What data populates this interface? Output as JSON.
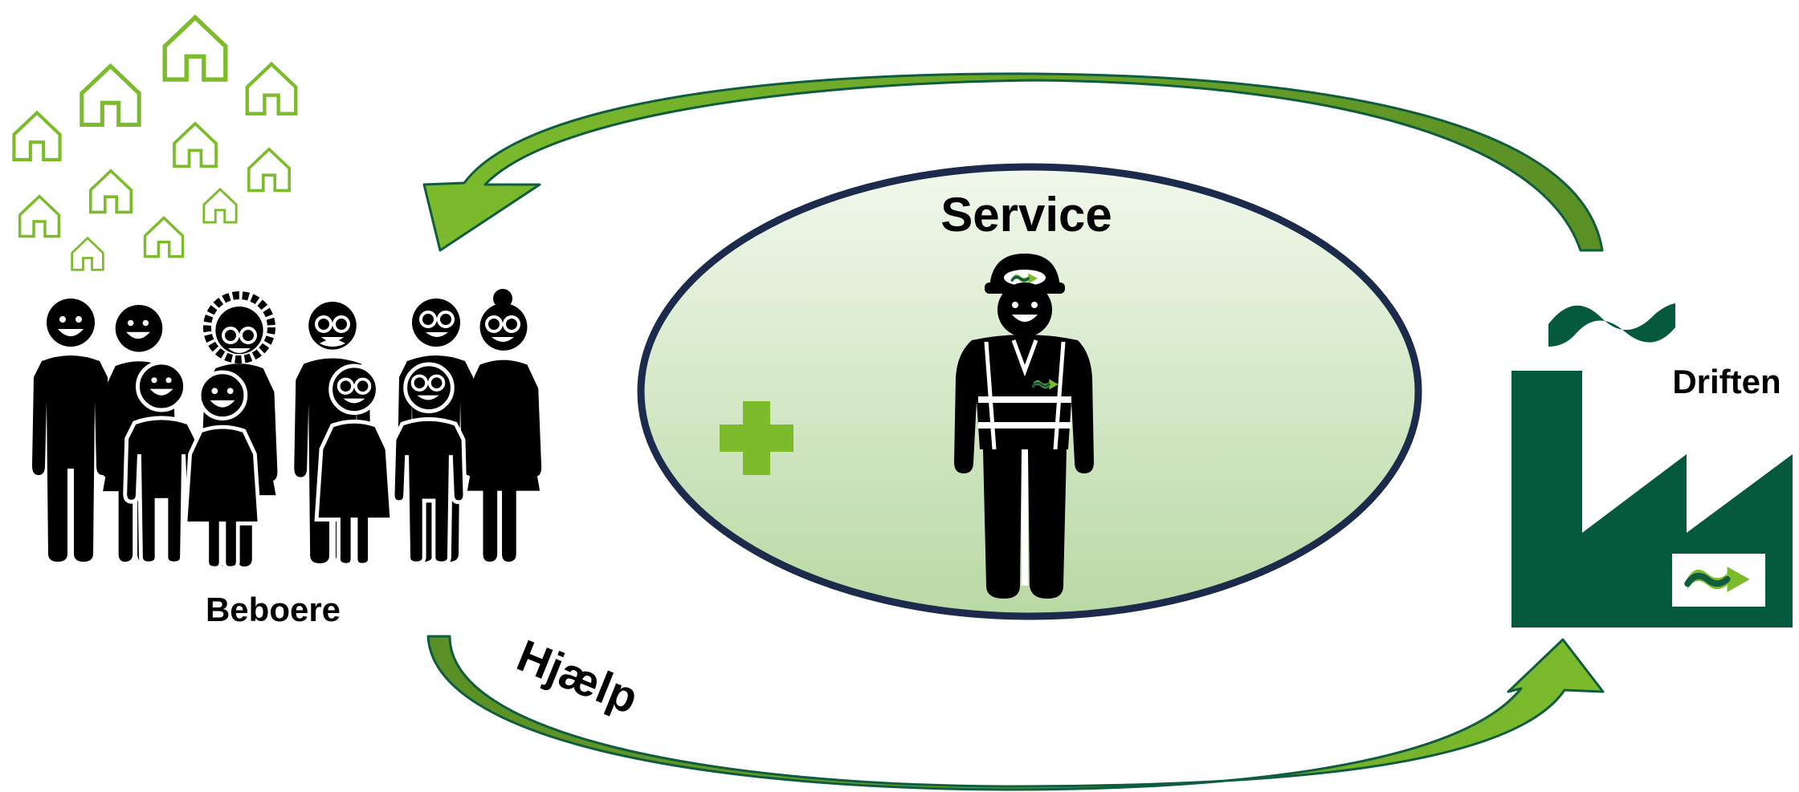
{
  "labels": {
    "center_title": "Service",
    "residents": "Beboere",
    "operations": "Driften",
    "help": "Hjælp"
  },
  "icons": {
    "houses": "house-outline-icon",
    "people": "family-group-icon",
    "worker": "service-worker-icon",
    "plus": "plus-icon",
    "factory": "factory-icon",
    "wave": "tilde-wave-icon",
    "logo": "company-logo-icon"
  },
  "colors": {
    "light_green": "#7cbb2c",
    "dark_green": "#0f5c3f",
    "factory_green": "#055a3d",
    "ellipse_border": "#1c2b4b",
    "ellipse_fill_top": "#f1f8ec",
    "ellipse_fill_bottom": "#b9d9a4",
    "ink": "#000000"
  }
}
